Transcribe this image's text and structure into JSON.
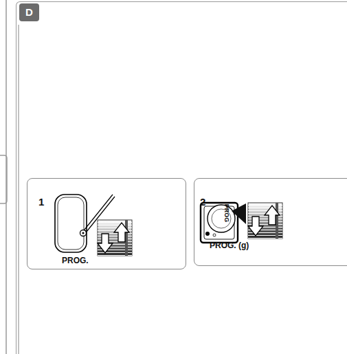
{
  "diagram": {
    "nodes": [
      {
        "text": [
          "D"
        ]
      },
      {
        "text": [
          "1",
          "PROG."
        ],
        "in": 0
      },
      {
        "text": [
          "2",
          "PROG. (g)"
        ],
        "in": 0
      }
    ],
    "labels": [
      "PROG"
    ]
  }
}
